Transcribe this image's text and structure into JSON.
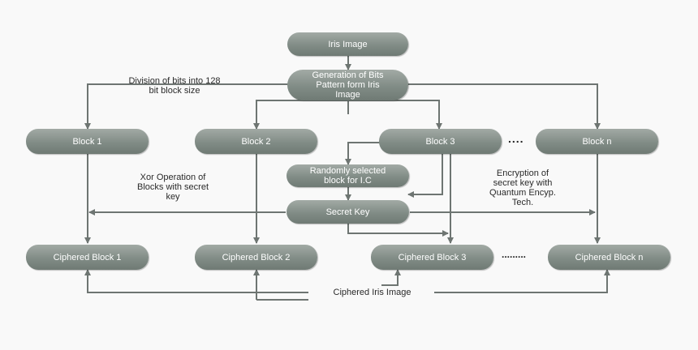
{
  "nodes": {
    "iris_image": "Iris Image",
    "generation": "Generation of Bits\nPattern form Iris\nImage",
    "block1": "Block 1",
    "block2": "Block 2",
    "block3": "Block 3",
    "blockn": "Block n",
    "random_block": "Randomly selected\nblock for I.C",
    "secret_key": "Secret Key",
    "ciphered1": "Ciphered Block 1",
    "ciphered2": "Ciphered Block 2",
    "ciphered3": "Ciphered Block 3",
    "cipheredn": "Ciphered Block n",
    "ciphered_iris": "Ciphered Iris Image"
  },
  "annotations": {
    "division": "Division of bits into 128\nbit block size",
    "xor": "Xor Operation of\nBlocks with secret\nkey",
    "encryption": "Encryption of\nsecret key with\nQuantum Encyp.\nTech."
  },
  "ellipsis": {
    "blocks": "....",
    "ciphered": "........."
  },
  "colors": {
    "node_fill": "#818c86",
    "node_text": "#ffffff",
    "connector": "#6e7572",
    "background": "#f9f9f9"
  }
}
